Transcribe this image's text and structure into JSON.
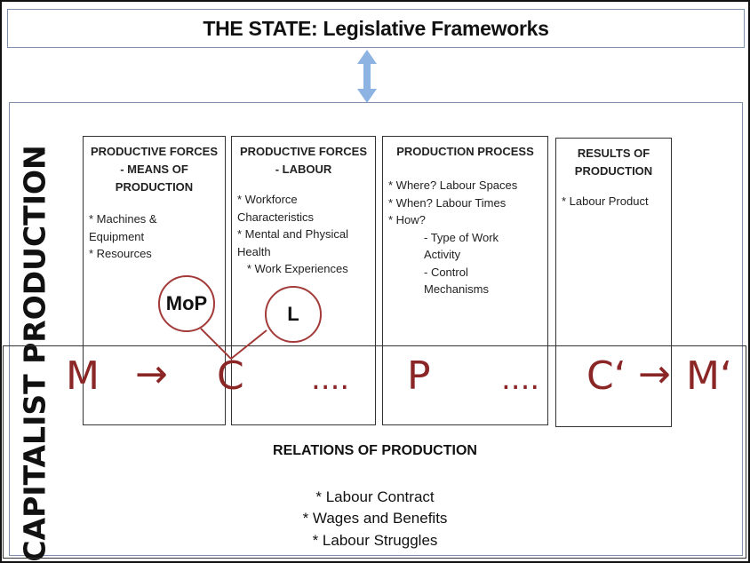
{
  "state_title": "THE STATE: Legislative Frameworks",
  "side_label": "CAPITALIST PRODUCTION",
  "boxes": [
    {
      "title": [
        "PRODUCTIVE FORCES",
        "- MEANS OF",
        "PRODUCTION"
      ],
      "items": [
        "* Machines &",
        "Equipment",
        "* Resources"
      ]
    },
    {
      "title": [
        "PRODUCTIVE FORCES",
        "- LABOUR"
      ],
      "items": [
        "* Workforce",
        "Characteristics",
        "* Mental and Physical",
        "Health",
        "   * Work Experiences"
      ]
    },
    {
      "title": [
        "PRODUCTION PROCESS"
      ],
      "items": [
        "* Where? Labour Spaces",
        "* When? Labour Times",
        "* How?"
      ],
      "sub": [
        "- Type of Work",
        "Activity",
        "- Control",
        "Mechanisms"
      ]
    },
    {
      "title": [
        "RESULTS OF",
        "PRODUCTION"
      ],
      "items": [
        "* Labour Product"
      ]
    }
  ],
  "flow": {
    "m": "M",
    "arrow1": "→",
    "c": "C",
    "dots1": "....",
    "p": "P",
    "dots2": "....",
    "c2": "C‘",
    "arrow2": "→",
    "m2": "M‘"
  },
  "circles": {
    "mop": "MoP",
    "l": "L"
  },
  "relations": {
    "title": "RELATIONS OF PRODUCTION",
    "items": [
      "* Labour Contract",
      "* Wages and Benefits",
      "* Labour Struggles"
    ]
  },
  "colors": {
    "accent": "#8b2626",
    "arrow": "#8db3e2"
  }
}
